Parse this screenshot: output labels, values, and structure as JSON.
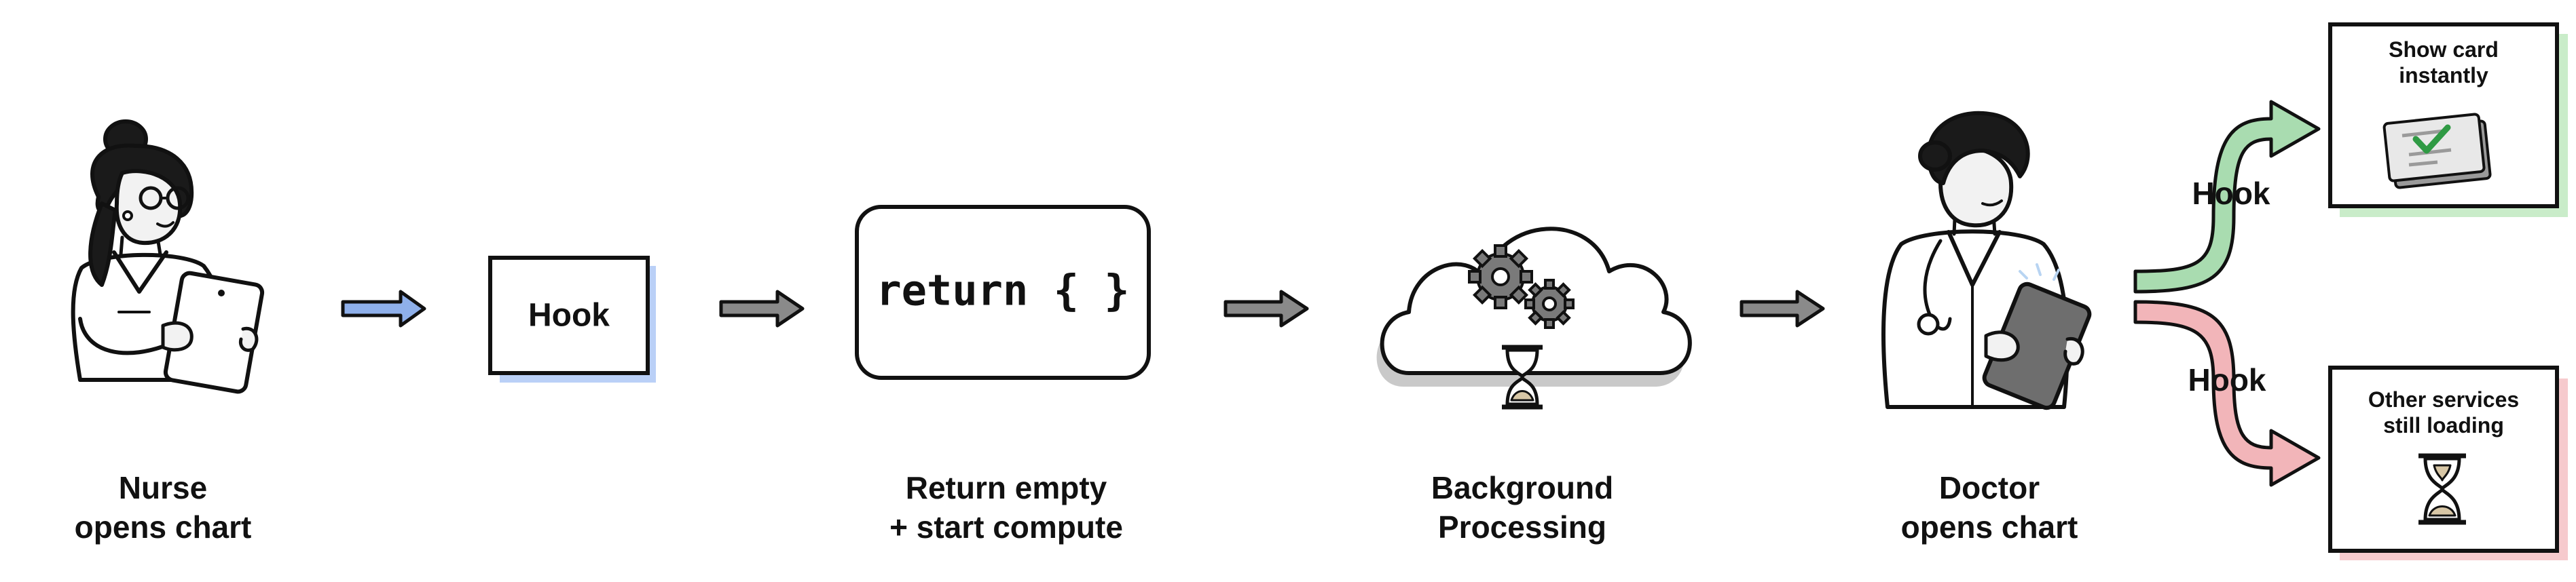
{
  "nodes": {
    "nurse": {
      "line1": "Nurse",
      "line2": "opens chart"
    },
    "hook": {
      "label": "Hook"
    },
    "return_box": {
      "code": "return { }"
    },
    "return_caption": {
      "line1": "Return empty",
      "line2": "+  start compute"
    },
    "background": {
      "line1": "Background",
      "line2": "Processing"
    },
    "doctor": {
      "line1": "Doctor",
      "line2": "opens chart"
    }
  },
  "branches": {
    "top": {
      "hook_label": "Hook",
      "card_line1": "Show card",
      "card_line2": "instantly"
    },
    "bottom": {
      "hook_label": "Hook",
      "card_line1": "Other services",
      "card_line2": "still loading"
    }
  },
  "colors": {
    "stroke": "#111111",
    "arrow_blue": "#8fb0ea",
    "arrow_gray": "#8a8a8a",
    "shadow_blue": "#a9c4f5",
    "branch_green": "#a9dcb0",
    "branch_red": "#f2b5b9",
    "check_green": "#2f9a44",
    "sand": "#d8c7a6",
    "skin_gray": "#f2f2f2",
    "tablet_dark": "#6e6e6e"
  },
  "icons": [
    "nurse-figure",
    "tablet-icon",
    "gears-icon",
    "hourglass-icon",
    "cloud-icon",
    "doctor-figure",
    "stethoscope-icon",
    "card-check-icon"
  ]
}
